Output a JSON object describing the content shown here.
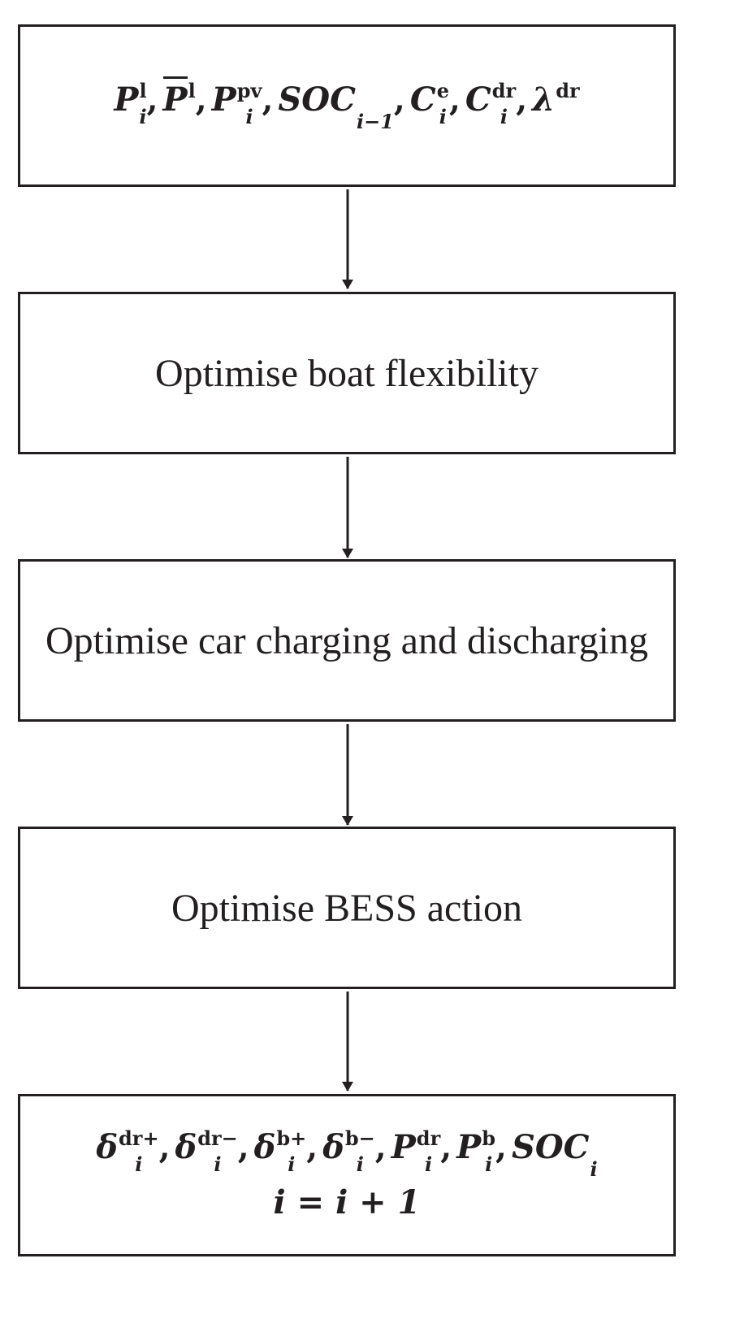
{
  "steps": {
    "input": {
      "terms": [
        {
          "base": "P",
          "sup": "l",
          "sub": "i"
        },
        {
          "base": "P",
          "sup": "l",
          "sub": "",
          "overline": true
        },
        {
          "base": "P",
          "sup": "pv",
          "sub": "i"
        },
        {
          "base": "SOC",
          "sup": "",
          "sub": "i−1"
        },
        {
          "base": "C",
          "sup": "e",
          "sub": "i"
        },
        {
          "base": "C",
          "sup": "dr",
          "sub": "i"
        },
        {
          "base": "λ",
          "sup": "dr",
          "sub": ""
        }
      ]
    },
    "boat": "Optimise boat flexibility",
    "car": "Optimise car charging and discharging",
    "bess": "Optimise BESS action",
    "output": {
      "terms": [
        {
          "base": "δ",
          "sup": "dr+",
          "sub": "i"
        },
        {
          "base": "δ",
          "sup": "dr−",
          "sub": "i"
        },
        {
          "base": "δ",
          "sup": "b+",
          "sub": "i"
        },
        {
          "base": "δ",
          "sup": "b−",
          "sub": "i"
        },
        {
          "base": "P",
          "sup": "dr",
          "sub": "i"
        },
        {
          "base": "P",
          "sup": "b",
          "sub": "i"
        },
        {
          "base": "SOC",
          "sup": "",
          "sub": "i"
        }
      ],
      "update": "i = i + 1"
    }
  },
  "colors": {
    "stroke": "#231f20",
    "background": "#ffffff"
  }
}
